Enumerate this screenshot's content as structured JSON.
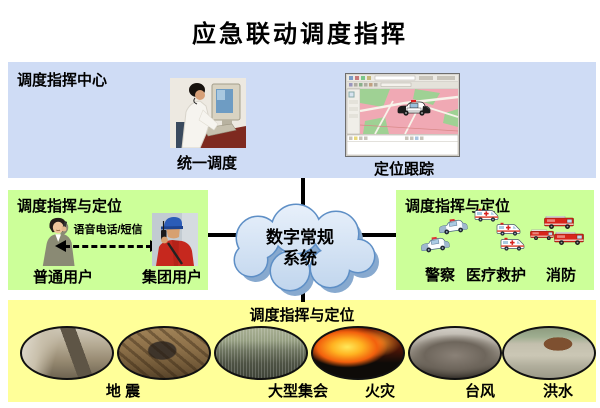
{
  "title": "应急联动调度指挥",
  "command_center": {
    "label": "调度指挥中心",
    "unified_dispatch_caption": "统一调度",
    "tracking_caption": "定位跟踪"
  },
  "users_box": {
    "label": "调度指挥与定位",
    "channel_label": "语音电话/短信",
    "ordinary_user_caption": "普通用户",
    "group_user_caption": "集团用户"
  },
  "cloud": {
    "line1": "数字常规",
    "line2": "系统"
  },
  "responders_box": {
    "label": "调度指挥与定位",
    "police_caption": "警察",
    "medical_caption": "医疗救护",
    "fire_caption": "消防"
  },
  "incidents_box": {
    "label": "调度指挥与定位",
    "captions": [
      "地 震",
      "大型集会",
      "火灾",
      "台风",
      "洪水"
    ],
    "scene_icons": [
      "earthquake-collapsed-building-photo",
      "earthquake-rescue-photo",
      "mass-gathering-crowd-photo",
      "fire-blaze-photo",
      "typhoon-wave-photo",
      "flood-village-photo"
    ]
  },
  "icons": {
    "operator": "operator-at-computer-photo",
    "gis": "gis-tracking-map-photo",
    "woman": "woman-on-phone-photo",
    "man": "man-with-radio-photo",
    "police": "police-cars-icon",
    "ambulance": "ambulance-icons",
    "fire_truck": "fire-truck-icons",
    "cloud": "network-cloud-icon"
  },
  "colors": {
    "panel_blue": "#CFDCF5",
    "panel_green": "#CCFF99",
    "panel_yellow": "#FFFF99",
    "cloud_fill_top": "#E9F1FB",
    "cloud_fill_bottom": "#BDD3EC",
    "cloud_border": "#5E8FC6",
    "cloud_shadow": "#87A9CF",
    "connector": "#000000"
  }
}
